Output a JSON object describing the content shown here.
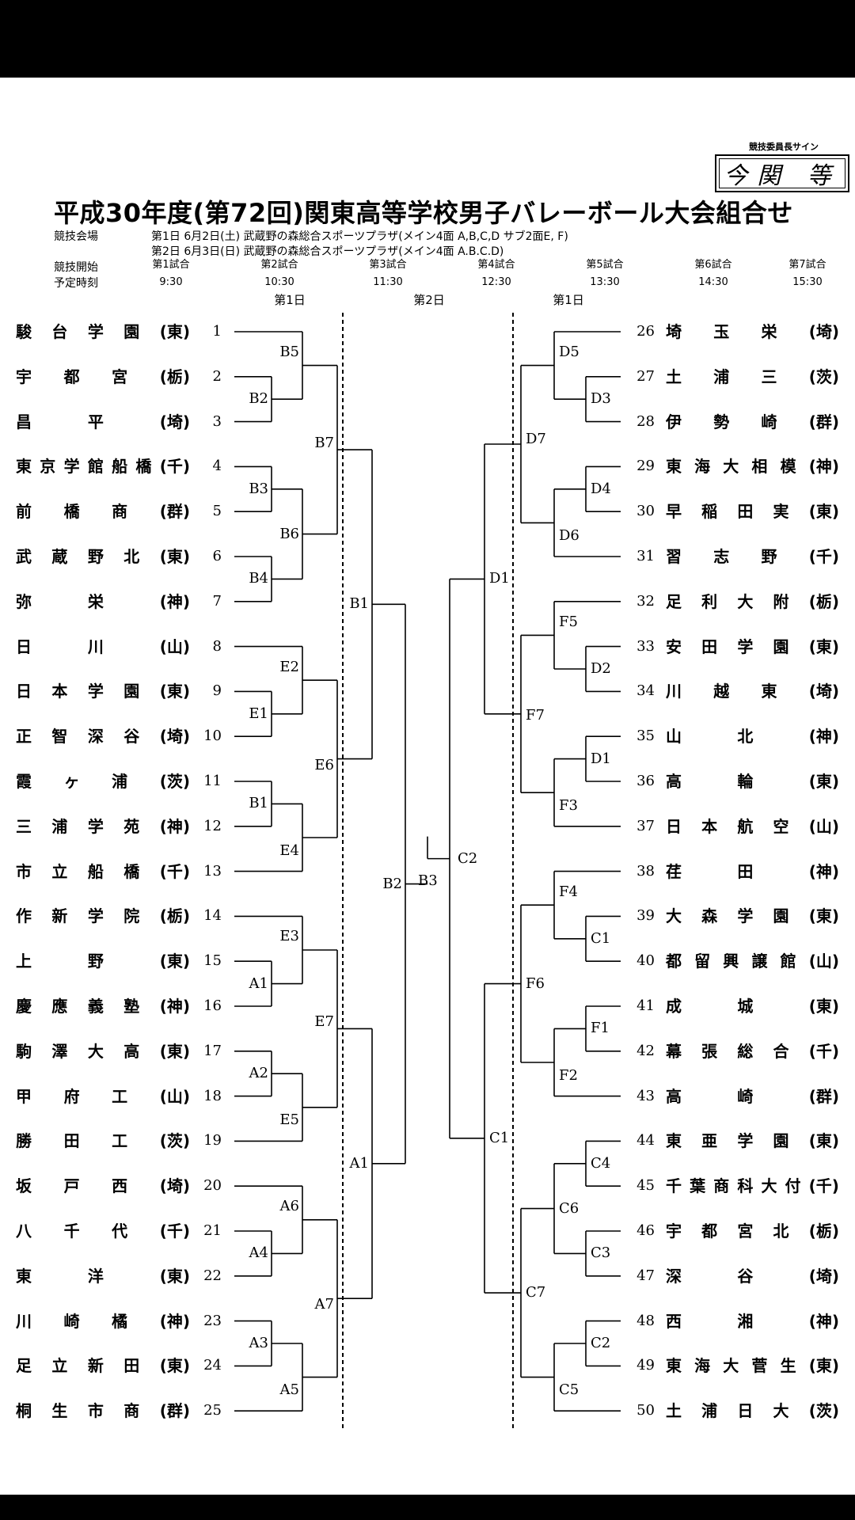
{
  "sign_caption": "競技委員長サイン",
  "signature": "今関 等",
  "title": "平成30年度(第72回)関東高等学校男子バレーボール大会組合せ",
  "venue_label": "競技会場",
  "venue_day1": "第1日 6月2日(土) 武蔵野の森総合スポーツプラザ(メイン4面 A,B,C,D サブ2面E, F)",
  "venue_day2": "第2日 6月3日(日) 武蔵野の森総合スポーツプラザ(メイン4面 A.B.C.D)",
  "start_label_1": "競技開始",
  "start_label_2": "予定時刻",
  "slots": [
    {
      "name": "第1試合",
      "time": "9:30"
    },
    {
      "name": "第2試合",
      "time": "10:30"
    },
    {
      "name": "第3試合",
      "time": "11:30"
    },
    {
      "name": "第4試合",
      "time": "12:30"
    },
    {
      "name": "第5試合",
      "time": "13:30"
    },
    {
      "name": "第6試合",
      "time": "14:30"
    },
    {
      "name": "第7試合",
      "time": "15:30"
    }
  ],
  "day_labels": [
    "第1日",
    "第2日",
    "第1日"
  ],
  "left_teams": [
    {
      "seed": "1",
      "chars": [
        "駿",
        "台",
        "学",
        "園",
        "(東)"
      ]
    },
    {
      "seed": "2",
      "chars": [
        "宇",
        "都",
        "宮",
        "(栃)"
      ]
    },
    {
      "seed": "3",
      "chars": [
        "昌",
        "平",
        "(埼)"
      ]
    },
    {
      "seed": "4",
      "chars": [
        "東",
        "京",
        "学",
        "館",
        "船",
        "橋",
        "(千)"
      ]
    },
    {
      "seed": "5",
      "chars": [
        "前",
        "橋",
        "商",
        "(群)"
      ]
    },
    {
      "seed": "6",
      "chars": [
        "武",
        "蔵",
        "野",
        "北",
        "(東)"
      ]
    },
    {
      "seed": "7",
      "chars": [
        "弥",
        "栄",
        "(神)"
      ]
    },
    {
      "seed": "8",
      "chars": [
        "日",
        "川",
        "(山)"
      ]
    },
    {
      "seed": "9",
      "chars": [
        "日",
        "本",
        "学",
        "園",
        "(東)"
      ]
    },
    {
      "seed": "10",
      "chars": [
        "正",
        "智",
        "深",
        "谷",
        "(埼)"
      ]
    },
    {
      "seed": "11",
      "chars": [
        "霞",
        "ヶ",
        "浦",
        "(茨)"
      ]
    },
    {
      "seed": "12",
      "chars": [
        "三",
        "浦",
        "学",
        "苑",
        "(神)"
      ]
    },
    {
      "seed": "13",
      "chars": [
        "市",
        "立",
        "船",
        "橋",
        "(千)"
      ]
    },
    {
      "seed": "14",
      "chars": [
        "作",
        "新",
        "学",
        "院",
        "(栃)"
      ]
    },
    {
      "seed": "15",
      "chars": [
        "上",
        "野",
        "(東)"
      ]
    },
    {
      "seed": "16",
      "chars": [
        "慶",
        "應",
        "義",
        "塾",
        "(神)"
      ]
    },
    {
      "seed": "17",
      "chars": [
        "駒",
        "澤",
        "大",
        "高",
        "(東)"
      ]
    },
    {
      "seed": "18",
      "chars": [
        "甲",
        "府",
        "工",
        "(山)"
      ]
    },
    {
      "seed": "19",
      "chars": [
        "勝",
        "田",
        "工",
        "(茨)"
      ]
    },
    {
      "seed": "20",
      "chars": [
        "坂",
        "戸",
        "西",
        "(埼)"
      ]
    },
    {
      "seed": "21",
      "chars": [
        "八",
        "千",
        "代",
        "(千)"
      ]
    },
    {
      "seed": "22",
      "chars": [
        "東",
        "洋",
        "(東)"
      ]
    },
    {
      "seed": "23",
      "chars": [
        "川",
        "崎",
        "橘",
        "(神)"
      ]
    },
    {
      "seed": "24",
      "chars": [
        "足",
        "立",
        "新",
        "田",
        "(東)"
      ]
    },
    {
      "seed": "25",
      "chars": [
        "桐",
        "生",
        "市",
        "商",
        "(群)"
      ]
    }
  ],
  "right_teams": [
    {
      "seed": "26",
      "chars": [
        "埼",
        "玉",
        "栄",
        "(埼)"
      ]
    },
    {
      "seed": "27",
      "chars": [
        "土",
        "浦",
        "三",
        "(茨)"
      ]
    },
    {
      "seed": "28",
      "chars": [
        "伊",
        "勢",
        "崎",
        "(群)"
      ]
    },
    {
      "seed": "29",
      "chars": [
        "東",
        "海",
        "大",
        "相",
        "模",
        "(神)"
      ]
    },
    {
      "seed": "30",
      "chars": [
        "早",
        "稲",
        "田",
        "実",
        "(東)"
      ]
    },
    {
      "seed": "31",
      "chars": [
        "習",
        "志",
        "野",
        "(千)"
      ]
    },
    {
      "seed": "32",
      "chars": [
        "足",
        "利",
        "大",
        "附",
        "(栃)"
      ]
    },
    {
      "seed": "33",
      "chars": [
        "安",
        "田",
        "学",
        "園",
        "(東)"
      ]
    },
    {
      "seed": "34",
      "chars": [
        "川",
        "越",
        "東",
        "(埼)"
      ]
    },
    {
      "seed": "35",
      "chars": [
        "山",
        "北",
        "(神)"
      ]
    },
    {
      "seed": "36",
      "chars": [
        "高",
        "輪",
        "(東)"
      ]
    },
    {
      "seed": "37",
      "chars": [
        "日",
        "本",
        "航",
        "空",
        "(山)"
      ]
    },
    {
      "seed": "38",
      "chars": [
        "荏",
        "田",
        "(神)"
      ]
    },
    {
      "seed": "39",
      "chars": [
        "大",
        "森",
        "学",
        "園",
        "(東)"
      ]
    },
    {
      "seed": "40",
      "chars": [
        "都",
        "留",
        "興",
        "譲",
        "館",
        "(山)"
      ]
    },
    {
      "seed": "41",
      "chars": [
        "成",
        "城",
        "(東)"
      ]
    },
    {
      "seed": "42",
      "chars": [
        "幕",
        "張",
        "総",
        "合",
        "(千)"
      ]
    },
    {
      "seed": "43",
      "chars": [
        "高",
        "崎",
        "(群)"
      ]
    },
    {
      "seed": "44",
      "chars": [
        "東",
        "亜",
        "学",
        "園",
        "(東)"
      ]
    },
    {
      "seed": "45",
      "chars": [
        "千",
        "葉",
        "商",
        "科",
        "大",
        "付",
        "(千)"
      ]
    },
    {
      "seed": "46",
      "chars": [
        "宇",
        "都",
        "宮",
        "北",
        "(栃)"
      ]
    },
    {
      "seed": "47",
      "chars": [
        "深",
        "谷",
        "(埼)"
      ]
    },
    {
      "seed": "48",
      "chars": [
        "西",
        "湘",
        "(神)"
      ]
    },
    {
      "seed": "49",
      "chars": [
        "東",
        "海",
        "大",
        "菅",
        "生",
        "(東)"
      ]
    },
    {
      "seed": "50",
      "chars": [
        "土",
        "浦",
        "日",
        "大",
        "(茨)"
      ]
    }
  ],
  "match_labels": {
    "B5": "B5",
    "B2a": "B2",
    "B7": "B7",
    "B3a": "B3",
    "B6": "B6",
    "B4": "B4",
    "B1": "B1",
    "E2": "E2",
    "E1": "E1",
    "E6": "E6",
    "B1b": "B1",
    "E4": "E4",
    "E3": "E3",
    "A1a": "A1",
    "E7": "E7",
    "A2": "A2",
    "E5": "E5",
    "A1": "A1",
    "A6": "A6",
    "A4": "A4",
    "A7": "A7",
    "A3": "A3",
    "A5": "A5",
    "B2": "B2",
    "B3": "B3",
    "C2": "C2",
    "D5": "D5",
    "D3": "D3",
    "D7": "D7",
    "D4": "D4",
    "D6": "D6",
    "D1": "D1",
    "F5": "F5",
    "D2": "D2",
    "F7": "F7",
    "D1b": "D1",
    "F3": "F3",
    "F4": "F4",
    "C1a": "C1",
    "F6": "F6",
    "F1": "F1",
    "F2": "F2",
    "C1": "C1",
    "C4": "C4",
    "C6": "C6",
    "C3": "C3",
    "C7": "C7",
    "C2b": "C2",
    "C5": "C5"
  }
}
